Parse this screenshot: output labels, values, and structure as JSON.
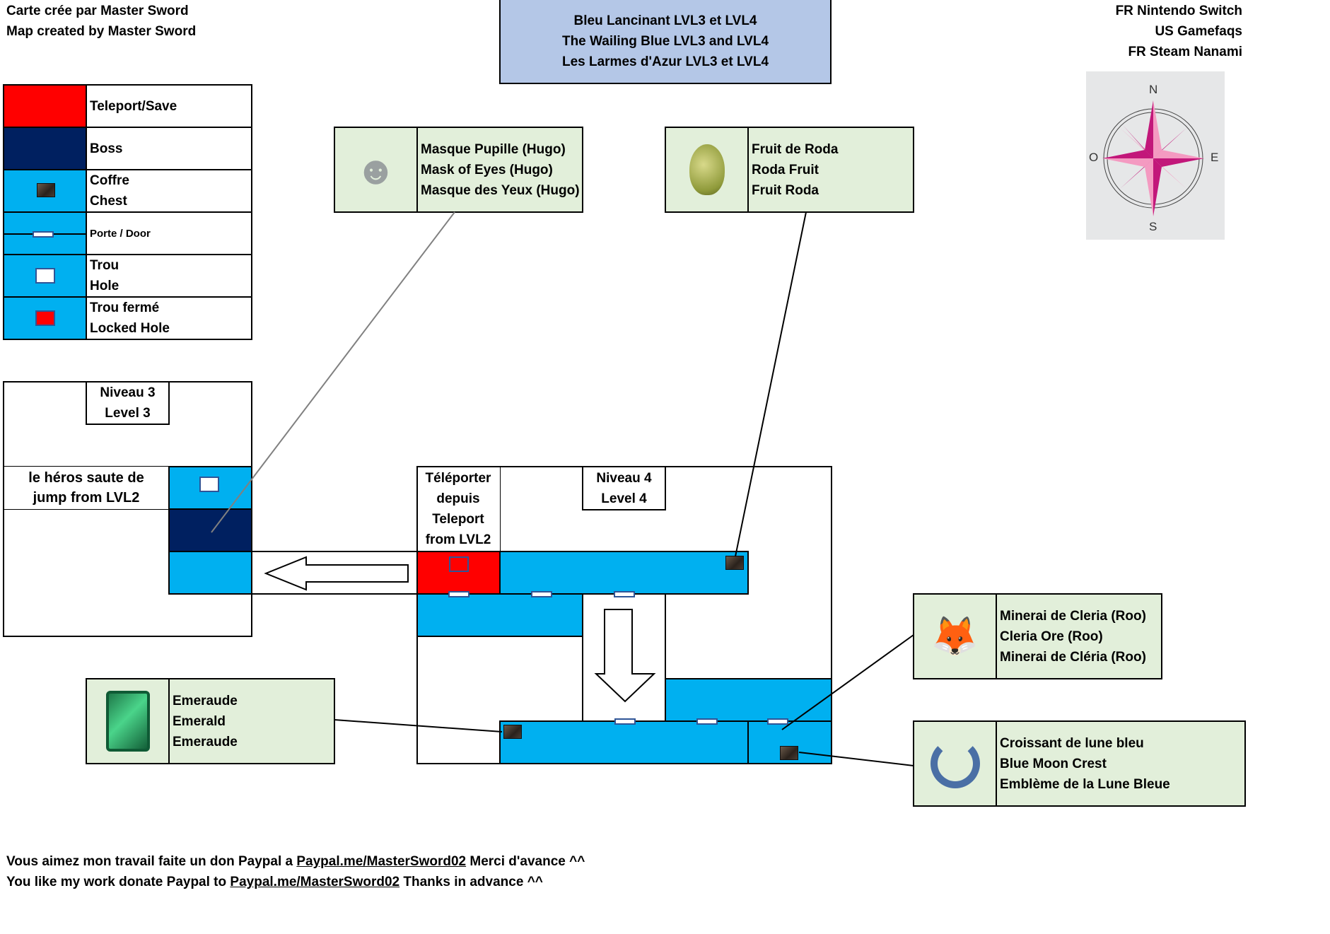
{
  "credits": {
    "line1": "Carte crée par Master Sword",
    "line2": "Map created by Master Sword"
  },
  "title": {
    "line1": "Bleu Lancinant LVL3 et LVL4",
    "line2": "The Wailing Blue LVL3 and LVL4",
    "line3": "Les Larmes d'Azur LVL3 et LVL4"
  },
  "sources": [
    "FR Nintendo Switch",
    "US Gamefaqs",
    "FR Steam Nanami"
  ],
  "compass": {
    "north": "N",
    "south": "S",
    "east": "E",
    "west": "O"
  },
  "legend": [
    {
      "swatch": "teleport-save",
      "label1": "Teleport/Save",
      "label2": ""
    },
    {
      "swatch": "boss",
      "label1": "Boss",
      "label2": ""
    },
    {
      "swatch": "chest",
      "label1": "Coffre",
      "label2": "Chest"
    },
    {
      "swatch": "door",
      "label1": "Porte / Door",
      "label2": ""
    },
    {
      "swatch": "hole",
      "label1": "Trou",
      "label2": "Hole"
    },
    {
      "swatch": "locked-hole",
      "label1": "Trou fermé",
      "label2": "Locked Hole"
    }
  ],
  "colors": {
    "teleport": "#FF0000",
    "boss": "#002060",
    "room": "#00B0F0",
    "item_box": "#E2EFDA",
    "title_box": "#B4C7E7",
    "door_border": "#2F5597"
  },
  "level3": {
    "label1": "Niveau 3",
    "label2": "Level 3",
    "note1": "le héros saute de",
    "note2": "jump from LVL2"
  },
  "level4": {
    "label1": "Niveau 4",
    "label2": "Level 4",
    "teleport_note": [
      "Téléporter",
      "depuis",
      "Teleport",
      "from LVL2"
    ]
  },
  "items": {
    "mask": {
      "icon": "mask-icon",
      "lines": [
        "Masque Pupille (Hugo)",
        "Mask of Eyes (Hugo)",
        "Masque des Yeux (Hugo)"
      ]
    },
    "fruit": {
      "icon": "fruit-icon",
      "lines": [
        "Fruit de Roda",
        "Roda Fruit",
        "Fruit Roda"
      ]
    },
    "ore": {
      "icon": "roo-icon",
      "lines": [
        "Minerai de Cleria (Roo)",
        "Cleria Ore (Roo)",
        "Minerai de Cléria (Roo)"
      ]
    },
    "crest": {
      "icon": "moon-crest-icon",
      "lines": [
        "Croissant de lune bleu",
        "Blue Moon Crest",
        "Emblème de la Lune Bleue"
      ]
    },
    "emerald": {
      "icon": "emerald-icon",
      "lines": [
        "Emeraude",
        "Emerald",
        "Emeraude"
      ]
    }
  },
  "footer": {
    "fr_prefix": "Vous aimez mon travail faite un don Paypal a ",
    "fr_link": "Paypal.me/MasterSword02",
    "fr_suffix": " Merci d'avance ^^",
    "en_prefix": "You like my work donate Paypal to ",
    "en_link": "Paypal.me/MasterSword02",
    "en_suffix": " Thanks in advance ^^"
  }
}
